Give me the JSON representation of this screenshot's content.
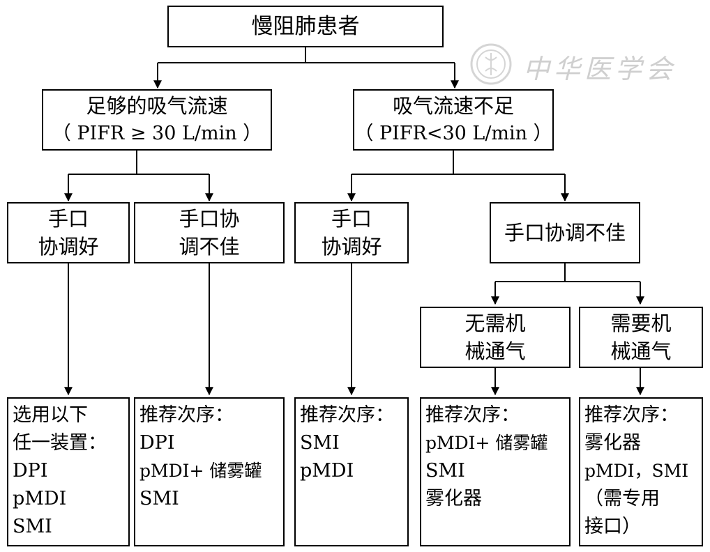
{
  "root": {
    "text": "慢阻肺患者"
  },
  "pifr_high": {
    "line1": "足够的吸气流速",
    "line2": "（ PIFR ≥ 30 L/min ）"
  },
  "pifr_low": {
    "line1": "吸气流速不足",
    "line2": "（ PIFR<30 L/min ）"
  },
  "n_a1": {
    "line1": "手口",
    "line2": "协调好"
  },
  "n_a2": {
    "line1": "手口协",
    "line2": "调不佳"
  },
  "n_b1": {
    "line1": "手口",
    "line2": "协调好"
  },
  "n_b2": {
    "line1": "手口协调不佳"
  },
  "n_c1": {
    "line1": "无需机",
    "line2": "械通气"
  },
  "n_c2": {
    "line1": "需要机",
    "line2": "械通气"
  },
  "leaf1": {
    "lines": [
      "选用以下",
      "任一装置：",
      "DPI",
      "pMDI",
      "SMI"
    ]
  },
  "leaf2": {
    "lines": [
      "推荐次序：",
      "DPI",
      "pMDI+ 储雾罐",
      "SMI"
    ]
  },
  "leaf3": {
    "lines": [
      "推荐次序：",
      "SMI",
      "pMDI"
    ]
  },
  "leaf4": {
    "lines": [
      "推荐次序：",
      "pMDI+ 储雾罐",
      "SMI",
      "雾化器"
    ]
  },
  "leaf5": {
    "lines": [
      "推荐次序：",
      "雾化器",
      "pMDI，SMI",
      "（需专用",
      "接口）"
    ]
  },
  "watermark": {
    "text": "中华医学会"
  }
}
